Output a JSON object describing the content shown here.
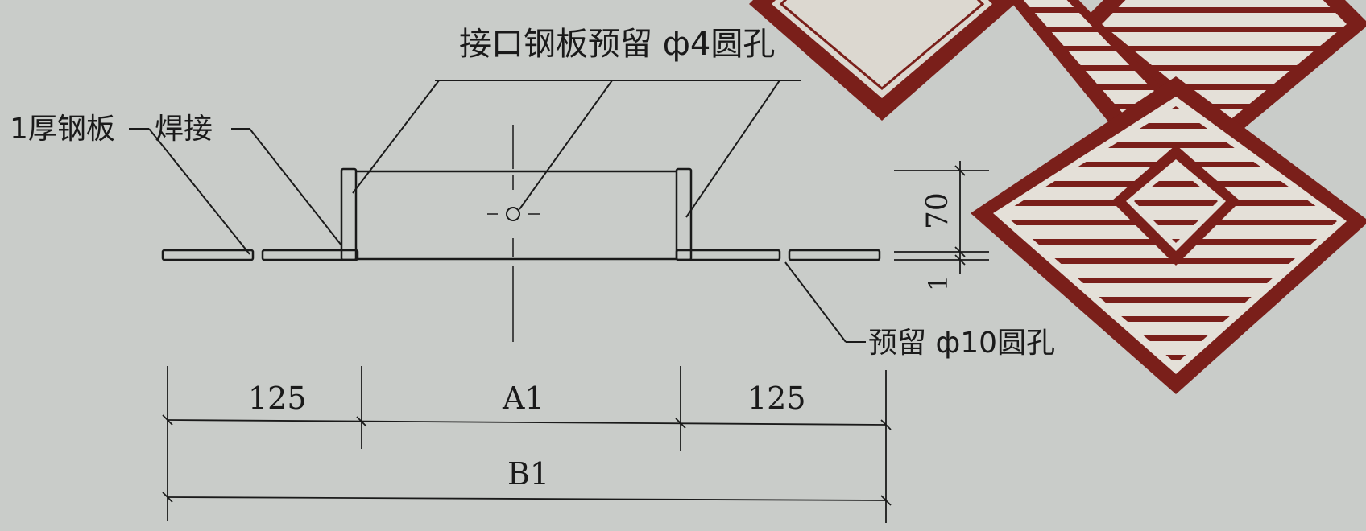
{
  "labels": {
    "top_annotation": "接口钢板预留 ф4圆孔",
    "plate_label": "1厚钢板",
    "weld_label": "焊接",
    "hole_label": "预留 ф10圆孔",
    "dim_left": "125",
    "dim_center": "A1",
    "dim_right": "125",
    "dim_total": "B1",
    "dim_height": "70",
    "dim_thickness": "1"
  },
  "colors": {
    "paper": "#c9ccc9",
    "ink": "#1a1a1a",
    "pattern_line": "#7a1f1a",
    "pattern_fill": "#e4e0d8",
    "speckle_fill": "#dcd8d0"
  },
  "decorative_pattern": {
    "description_icon": "diamond-lattice-pattern"
  }
}
